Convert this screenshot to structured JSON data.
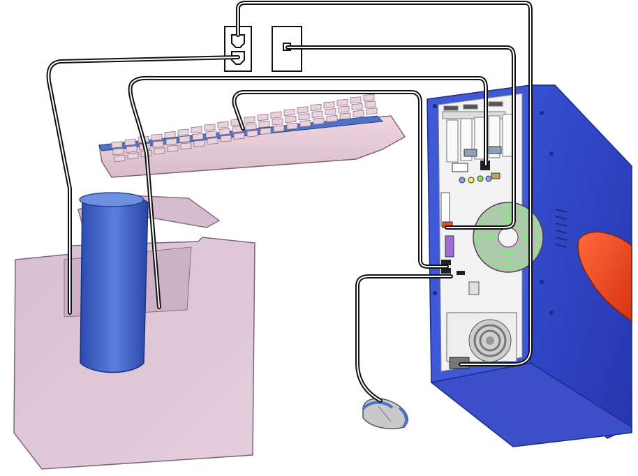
{
  "diagram": {
    "components": [
      {
        "id": "power-outlet",
        "icon": "power-outlet-icon"
      },
      {
        "id": "network-wall-jack",
        "icon": "ethernet-jack-icon"
      },
      {
        "id": "monitor",
        "icon": "monitor-icon"
      },
      {
        "id": "keyboard",
        "icon": "keyboard-icon"
      },
      {
        "id": "mouse",
        "icon": "mouse-icon"
      },
      {
        "id": "workstation-tower",
        "icon": "tower-pc-icon"
      }
    ],
    "connections": [
      {
        "from": "power-outlet",
        "to": "workstation-tower"
      },
      {
        "from": "power-outlet",
        "to": "monitor"
      },
      {
        "from": "network-wall-jack",
        "to": "workstation-tower"
      },
      {
        "from": "monitor",
        "to": "workstation-tower"
      },
      {
        "from": "keyboard",
        "to": "workstation-tower"
      },
      {
        "from": "mouse",
        "to": "workstation-tower"
      }
    ],
    "colors": {
      "monitor_body": "#dcc4d4",
      "monitor_stand": "#3f63c4",
      "tower_body": "#3346c6",
      "tower_panel": "#f2f2f2",
      "tower_handle": "#e8451f",
      "fan_guard": "#8ee08a",
      "keyboard_body": "#e9cdd8",
      "keyboard_trim": "#4f72c8",
      "cable": "#111111"
    }
  }
}
